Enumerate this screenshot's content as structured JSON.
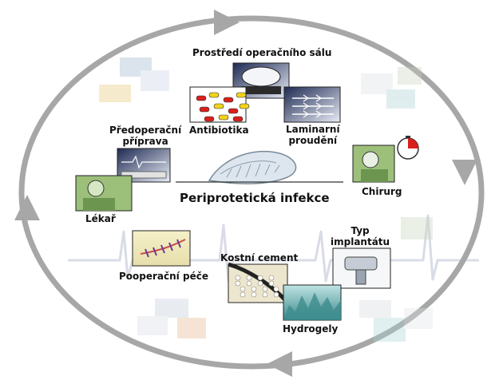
{
  "diagram": {
    "center_label": "Periprotetická infekce",
    "nodes": [
      {
        "id": "prostredi",
        "label": "Prostředí operačního sálu"
      },
      {
        "id": "antibiotika",
        "label": "Antibiotika"
      },
      {
        "id": "laminarni",
        "label": "Laminarní\nproudění"
      },
      {
        "id": "predoperacni",
        "label": "Předoperační\npříprava"
      },
      {
        "id": "lekar",
        "label": "Lékař"
      },
      {
        "id": "chirurg",
        "label": "Chirurg"
      },
      {
        "id": "typ",
        "label": "Typ\nimplantátu"
      },
      {
        "id": "kostni",
        "label": "Kostní cement"
      },
      {
        "id": "hydrogely",
        "label": "Hydrogely"
      },
      {
        "id": "pooperacni",
        "label": "Pooperační péče"
      }
    ]
  },
  "colors": {
    "cycle_arrow": "#a7a7a7",
    "ecg_line": "#cfd3e0",
    "tile_bg_blue": "#dfe6f3",
    "pill_red": "#d8201c",
    "pill_yellow": "#f2d21b",
    "surgeon_green": "#9cbf7a",
    "hydrogel_teal": "#5aa7a6"
  }
}
